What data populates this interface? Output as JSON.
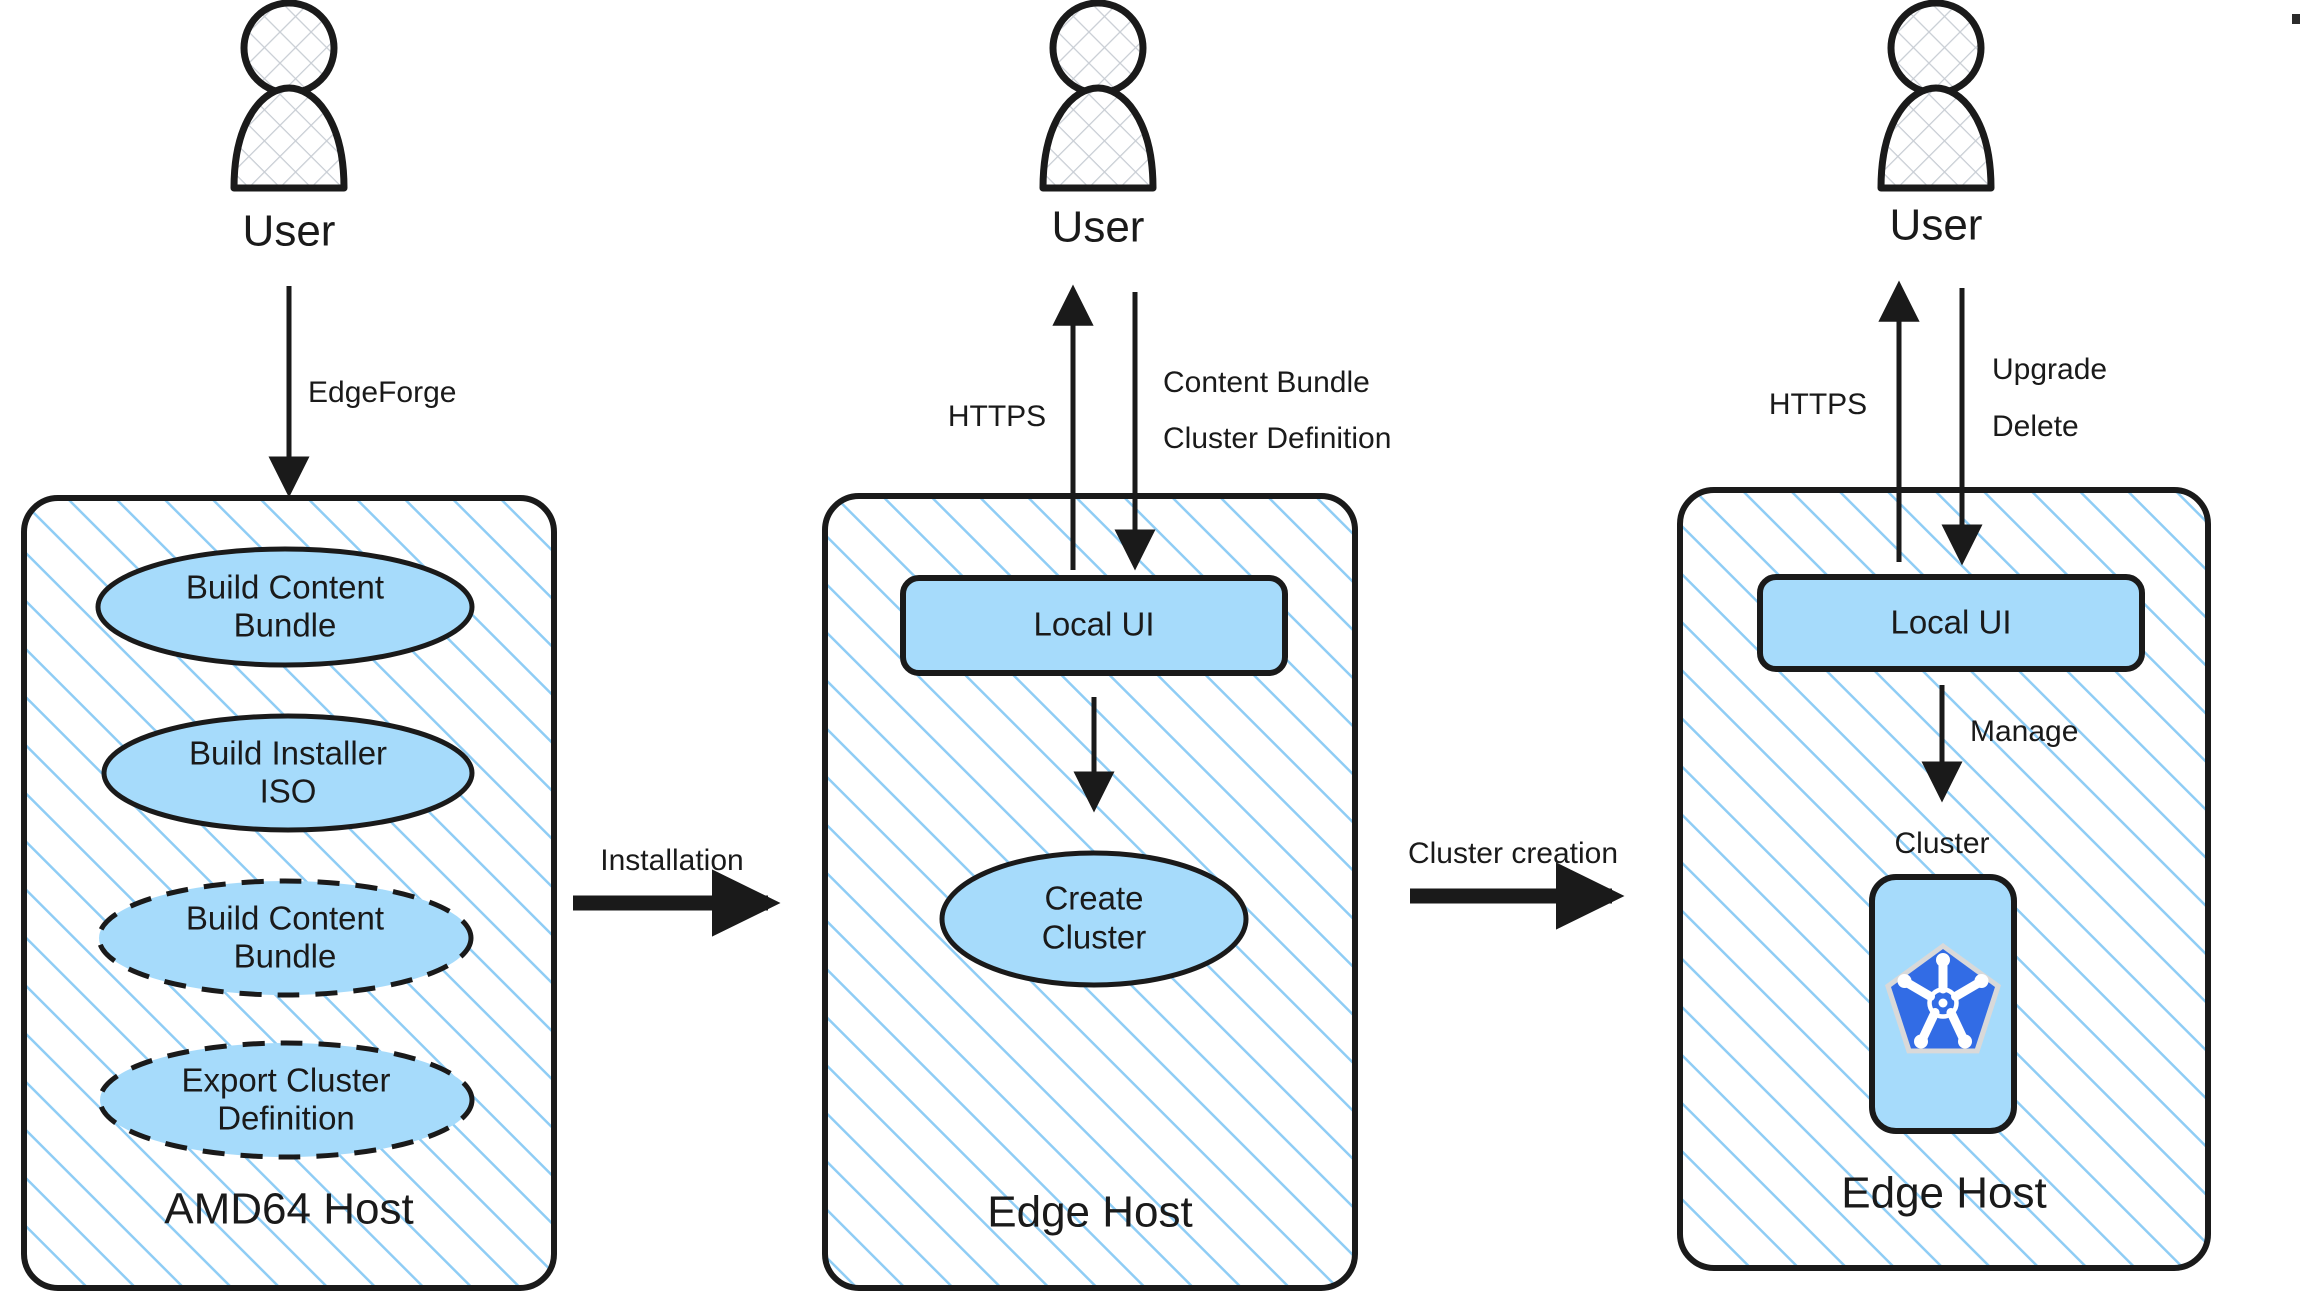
{
  "diagram": {
    "title_visible": false,
    "colors": {
      "node_fill": "#a6dbfb",
      "hatch_line": "#8fcdf5",
      "stroke": "#1a1a1a",
      "k8s_blue": "#326ce5",
      "k8s_white": "#ffffff",
      "actor_hatch": "#c8cdd4",
      "background": "#ffffff"
    }
  },
  "actors": [
    {
      "id": "actor-1",
      "label": "User"
    },
    {
      "id": "actor-2",
      "label": "User"
    },
    {
      "id": "actor-3",
      "label": "User"
    }
  ],
  "hosts": [
    {
      "id": "host-amd64",
      "label": "AMD64 Host",
      "nodes": [
        {
          "id": "build-content-bundle-1",
          "label_lines": [
            "Build Content",
            "Bundle"
          ],
          "shape": "ellipse",
          "stroke": "solid"
        },
        {
          "id": "build-installer-iso",
          "label_lines": [
            "Build Installer",
            "ISO"
          ],
          "shape": "ellipse",
          "stroke": "solid"
        },
        {
          "id": "build-content-bundle-2",
          "label_lines": [
            "Build Content",
            "Bundle"
          ],
          "shape": "ellipse",
          "stroke": "dashed"
        },
        {
          "id": "export-cluster-definition",
          "label_lines": [
            "Export Cluster",
            "Definition"
          ],
          "shape": "ellipse",
          "stroke": "dashed"
        }
      ]
    },
    {
      "id": "host-edge-1",
      "label": "Edge Host",
      "nodes": [
        {
          "id": "local-ui-1",
          "label_lines": [
            "Local UI"
          ],
          "shape": "rounded-rect",
          "stroke": "solid"
        },
        {
          "id": "create-cluster",
          "label_lines": [
            "Create",
            "Cluster"
          ],
          "shape": "ellipse",
          "stroke": "solid"
        }
      ]
    },
    {
      "id": "host-edge-2",
      "label": "Edge Host",
      "nodes": [
        {
          "id": "local-ui-2",
          "label_lines": [
            "Local UI"
          ],
          "shape": "rounded-rect",
          "stroke": "solid"
        },
        {
          "id": "cluster-box",
          "label_lines": [
            "Cluster"
          ],
          "shape": "rounded-rect-icon",
          "stroke": "solid",
          "icon": "kubernetes-icon"
        }
      ]
    }
  ],
  "edges": [
    {
      "id": "edge-edgeforge",
      "label_lines": [
        "EdgeForge"
      ],
      "direction": "down",
      "from": "actor-1",
      "to": "host-amd64"
    },
    {
      "id": "edge-installation",
      "label_lines": [
        "Installation"
      ],
      "direction": "right",
      "from": "host-amd64",
      "to": "host-edge-1"
    },
    {
      "id": "edge-https-1",
      "label_lines": [
        "HTTPS"
      ],
      "direction": "up",
      "from": "local-ui-1",
      "to": "actor-2"
    },
    {
      "id": "edge-content-bundle",
      "label_lines": [
        "Content Bundle",
        "Cluster Definition"
      ],
      "direction": "down",
      "from": "actor-2",
      "to": "local-ui-1"
    },
    {
      "id": "edge-local-ui-to-create-cluster",
      "label_lines": [],
      "direction": "down",
      "from": "local-ui-1",
      "to": "create-cluster"
    },
    {
      "id": "edge-cluster-creation",
      "label_lines": [
        "Cluster creation"
      ],
      "direction": "right",
      "from": "host-edge-1",
      "to": "host-edge-2"
    },
    {
      "id": "edge-https-2",
      "label_lines": [
        "HTTPS"
      ],
      "direction": "up",
      "from": "local-ui-2",
      "to": "actor-3"
    },
    {
      "id": "edge-upgrade-delete",
      "label_lines": [
        "Upgrade",
        "Delete"
      ],
      "direction": "down",
      "from": "actor-3",
      "to": "local-ui-2"
    },
    {
      "id": "edge-manage",
      "label_lines": [
        "Manage"
      ],
      "direction": "down",
      "from": "local-ui-2",
      "to": "cluster-box"
    }
  ],
  "labels": {
    "actor_1": "User",
    "actor_2": "User",
    "actor_3": "User",
    "host_1": "AMD64 Host",
    "host_2": "Edge Host",
    "host_3": "Edge Host",
    "n_build_content_bundle_1_l1": "Build Content",
    "n_build_content_bundle_1_l2": "Bundle",
    "n_build_installer_iso_l1": "Build Installer",
    "n_build_installer_iso_l2": "ISO",
    "n_build_content_bundle_2_l1": "Build Content",
    "n_build_content_bundle_2_l2": "Bundle",
    "n_export_cluster_definition_l1": "Export Cluster",
    "n_export_cluster_definition_l2": "Definition",
    "n_local_ui_1": "Local UI",
    "n_create_cluster_l1": "Create",
    "n_create_cluster_l2": "Cluster",
    "n_local_ui_2": "Local UI",
    "n_cluster_caption": "Cluster",
    "e_edgeforge": "EdgeForge",
    "e_installation": "Installation",
    "e_https_1": "HTTPS",
    "e_content_bundle": "Content Bundle",
    "e_cluster_definition": "Cluster Definition",
    "e_cluster_creation": "Cluster creation",
    "e_https_2": "HTTPS",
    "e_upgrade": "Upgrade",
    "e_delete": "Delete",
    "e_manage": "Manage"
  }
}
